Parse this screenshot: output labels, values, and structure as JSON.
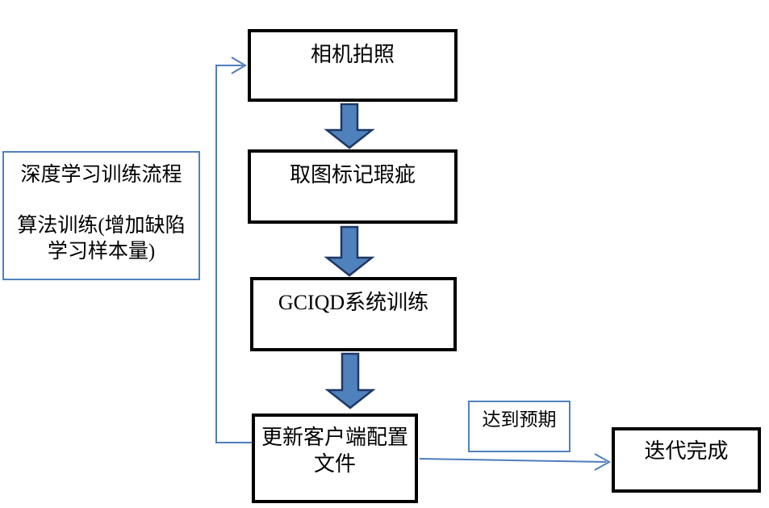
{
  "flowchart": {
    "side_note": {
      "title": "深度学习训练流程",
      "line2": "算法训练(增加缺陷",
      "line3": "学习样本量)"
    },
    "nodes": {
      "camera": "相机拍照",
      "mark_defects": "取图标记瑕疵",
      "gciqd_training": "GCIQD系统训练",
      "update_config_line1": "更新客户端配置",
      "update_config_line2": "文件",
      "iteration_done": "迭代完成"
    },
    "edge_label": "达到预期",
    "colors": {
      "block_arrow_fill": "#4f81bd",
      "block_arrow_border": "#1f3864",
      "connector_line": "#4f7dbd",
      "process_box_border": "#000000",
      "note_box_border": "#4f81bd",
      "background": "#ffffff",
      "text": "#000000"
    }
  }
}
